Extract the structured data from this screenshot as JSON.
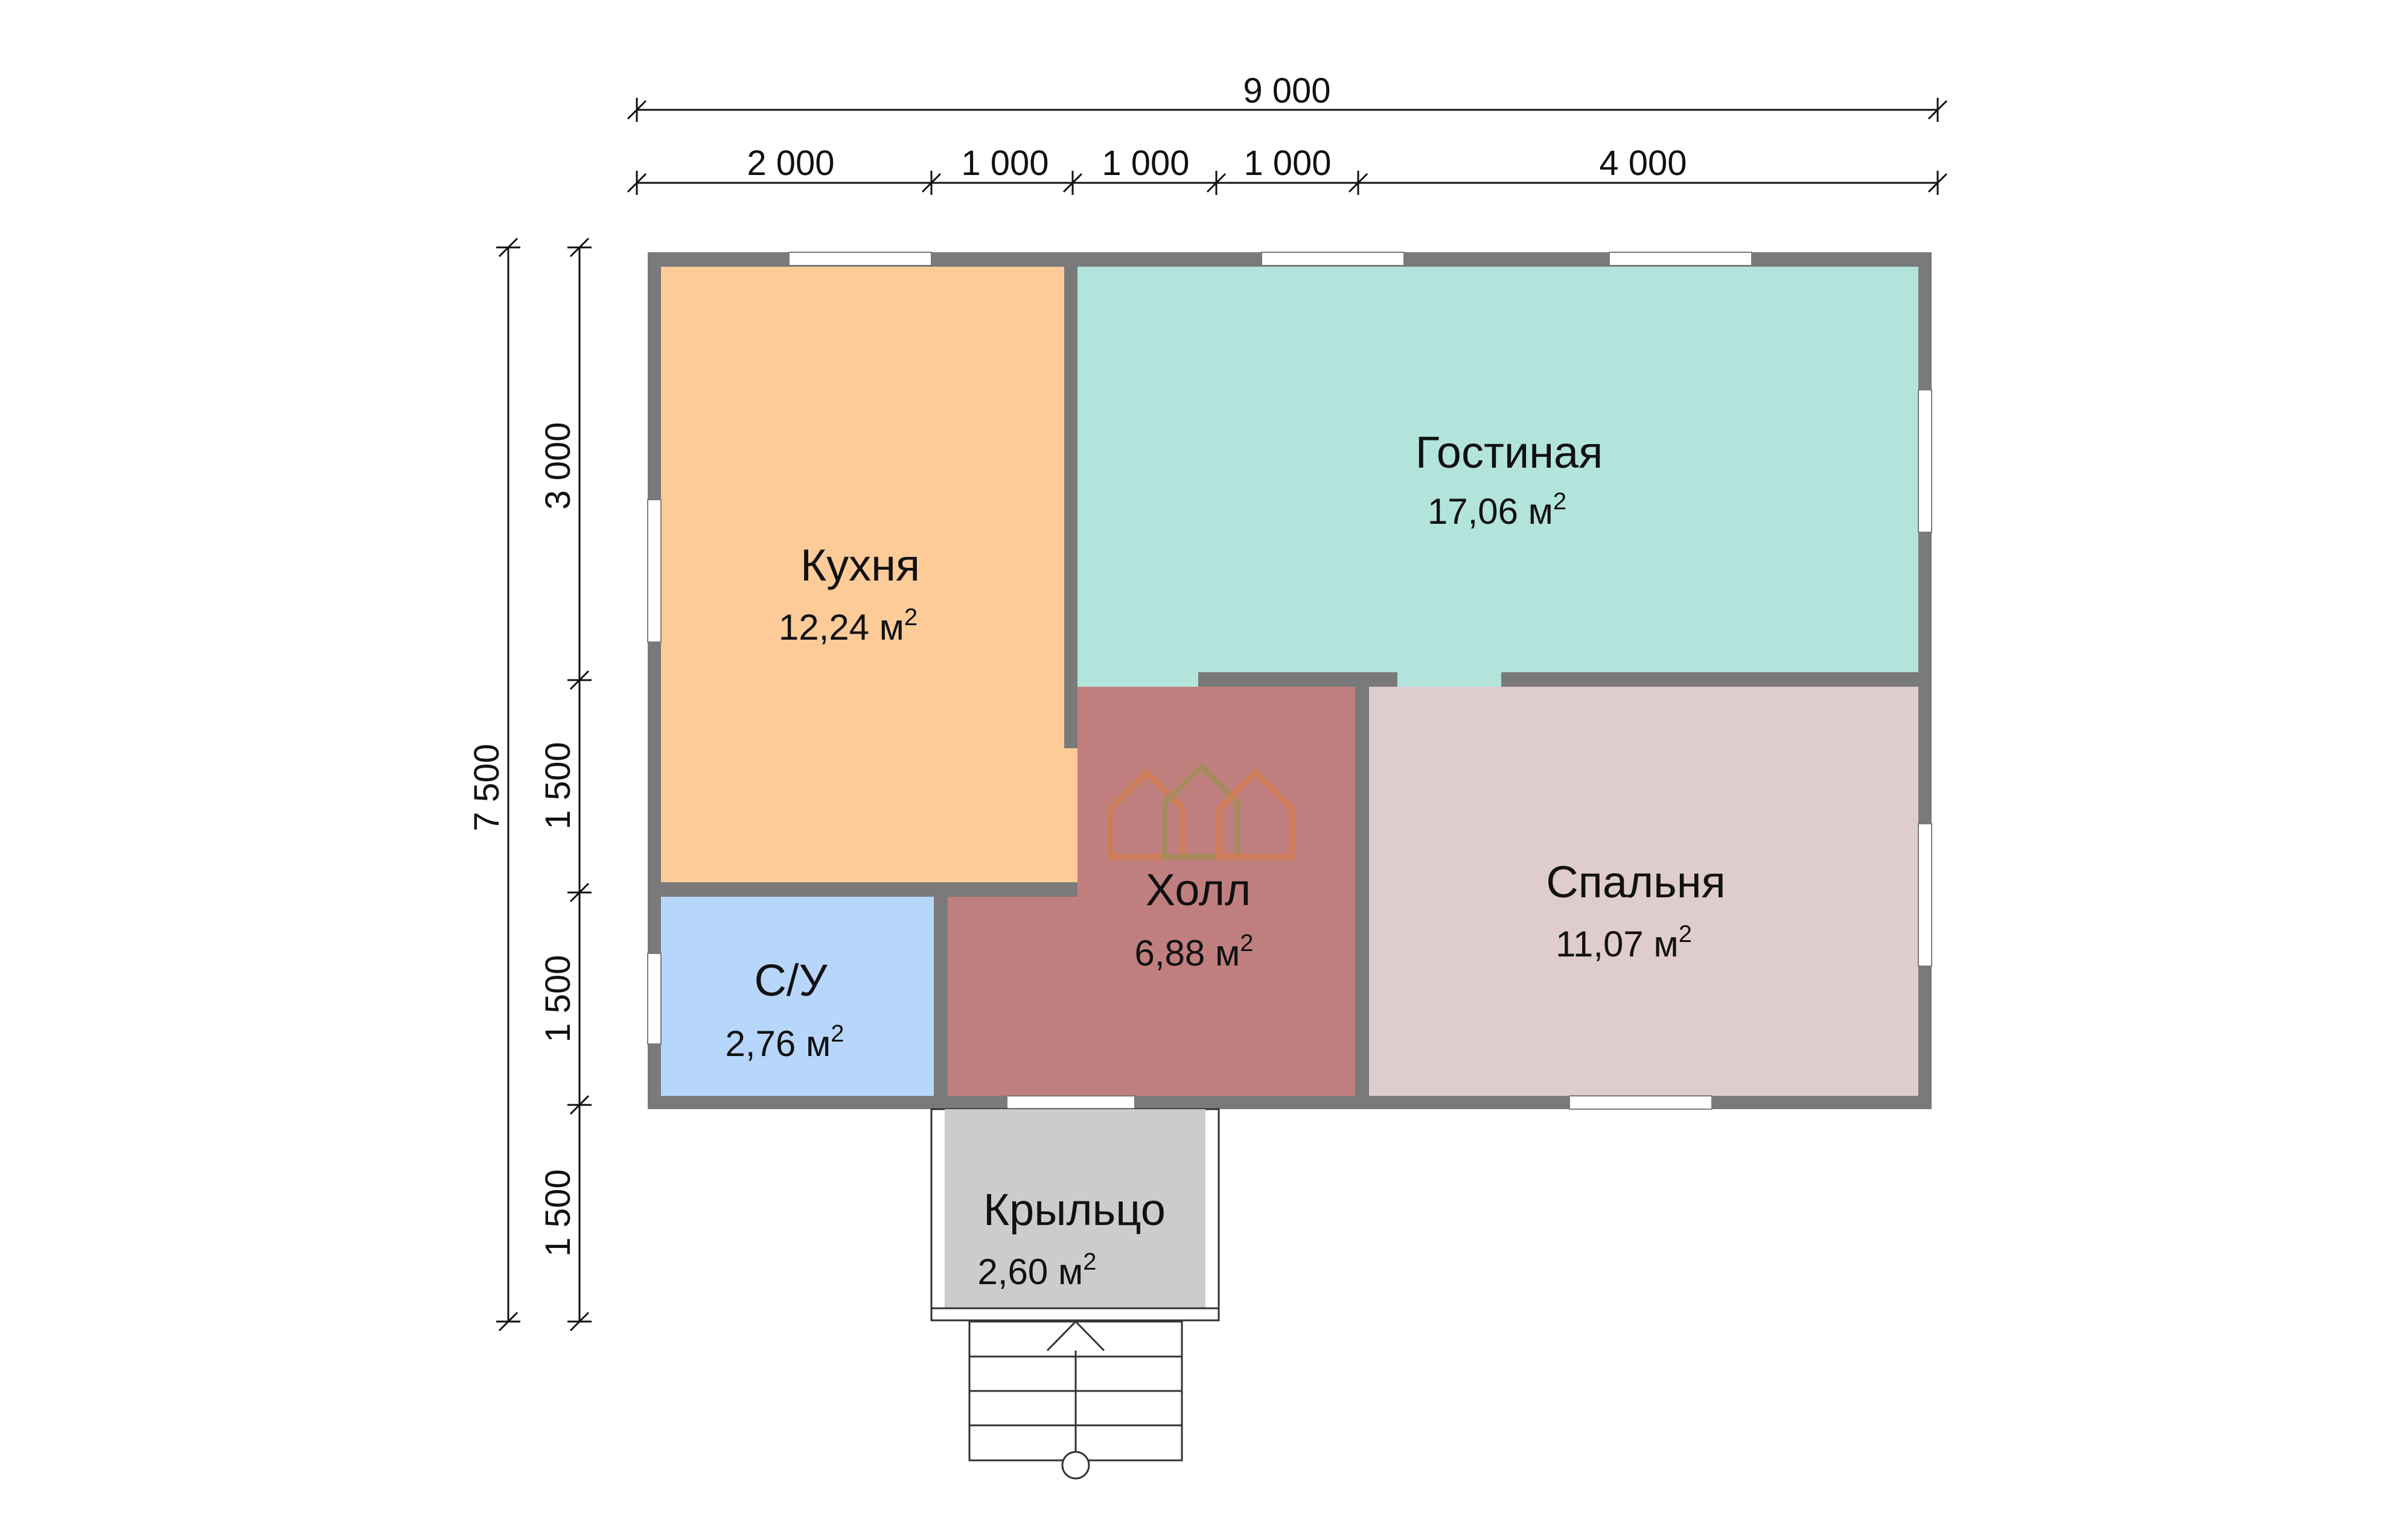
{
  "dimensions": {
    "top_total": "9 000",
    "top_segments": [
      "2 000",
      "1 000",
      "1 000",
      "1 000",
      "4 000"
    ],
    "left_total": "7 500",
    "left_segments": [
      "3 000",
      "1 500",
      "1 500",
      "1 500"
    ]
  },
  "rooms": {
    "kitchen": {
      "name": "Кухня",
      "area": "12,24 м",
      "color": "#fccb98"
    },
    "living": {
      "name": "Гостиная",
      "area": "17,06 м",
      "color": "#b2e4dc"
    },
    "hall": {
      "name": "Холл",
      "area": "6,88 м",
      "color": "#c07f7f"
    },
    "bedroom": {
      "name": "Спальня",
      "area": "11,07 м",
      "color": "#dfcccd"
    },
    "bathroom": {
      "name": "С/У",
      "area": "2,76 м",
      "color": "#b7d6fb"
    },
    "porch": {
      "name": "Крыльцо",
      "area": "2,60 м",
      "color": "#cccccc"
    }
  },
  "area_unit_superscript": "2",
  "colors": {
    "wall": "#7a7a7a",
    "line": "#111111"
  }
}
